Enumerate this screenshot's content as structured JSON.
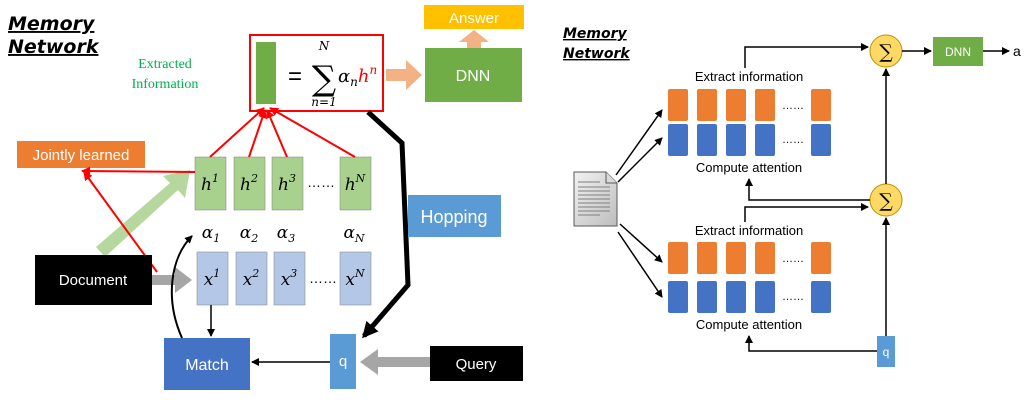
{
  "left": {
    "title_line1": "Memory",
    "title_line2": "Network",
    "extracted_label_line1": "Extracted",
    "extracted_label_line2": "Information",
    "equals": "=",
    "sum_top": "N",
    "sum_bottom": "n=1",
    "sum_term_alpha": "α",
    "sum_term_alpha_sub": "n",
    "sum_term_h": "h",
    "sum_term_h_sup": "n",
    "answer_label": "Answer",
    "dnn_label": "DNN",
    "jointly_learned_label": "Jointly learned",
    "h_cells": [
      {
        "base": "h",
        "sup": "1"
      },
      {
        "base": "h",
        "sup": "2"
      },
      {
        "base": "h",
        "sup": "3"
      },
      {
        "base": "h",
        "sup": "N"
      }
    ],
    "h_dots": "……",
    "alphas": [
      {
        "base": "α",
        "sub": "1"
      },
      {
        "base": "α",
        "sub": "2"
      },
      {
        "base": "α",
        "sub": "3"
      },
      {
        "base": "α",
        "sub": "N"
      }
    ],
    "x_cells": [
      {
        "base": "x",
        "sup": "1"
      },
      {
        "base": "x",
        "sup": "2"
      },
      {
        "base": "x",
        "sup": "3"
      },
      {
        "base": "x",
        "sup": "N"
      }
    ],
    "x_dots": "……",
    "document_label": "Document",
    "match_label": "Match",
    "q_label": "q",
    "query_label": "Query",
    "hopping_label": "Hopping"
  },
  "right": {
    "title_line1": "Memory",
    "title_line2": "Network",
    "sum_symbol": "∑",
    "dnn_label": "DNN",
    "output_label": "a",
    "hop1_extract_label": "Extract information",
    "hop1_attention_label": "Compute attention",
    "hop2_extract_label": "Extract information",
    "hop2_attention_label": "Compute attention",
    "dots": "……",
    "q_label": "q"
  },
  "colors": {
    "orange_mem": "#ED7D31",
    "blue_mem": "#4472C4",
    "green_dnn": "#70AD47",
    "h_cell": "#A9D18E",
    "x_cell": "#B4C7E7",
    "answer": "#FFC000",
    "jointly": "#ED7D31",
    "hopping": "#5B9BD5",
    "match": "#4472C4",
    "q_box": "#5B9BD5",
    "sum_circle": "#FFD966",
    "red": "#FF0000"
  }
}
